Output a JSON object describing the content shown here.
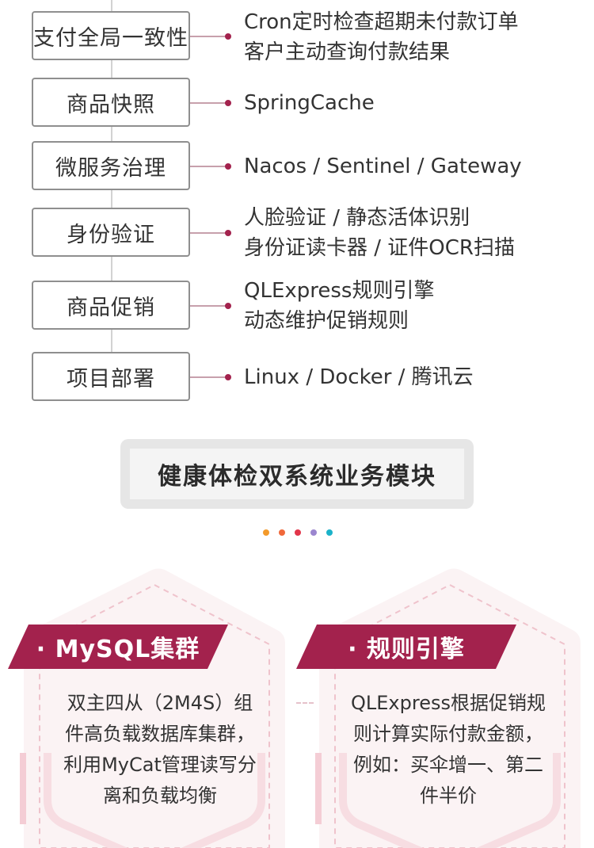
{
  "timeline": [
    {
      "title": "支付全局一致性",
      "lines": [
        "Cron定时检查超期未付款订单",
        "客户主动查询付款结果"
      ]
    },
    {
      "title": "商品快照",
      "lines": [
        "SpringCache"
      ]
    },
    {
      "title": "微服务治理",
      "lines": [
        "Nacos / Sentinel / Gateway"
      ]
    },
    {
      "title": "身份验证",
      "lines": [
        "人脸验证 / 静态活体识别",
        "身份证读卡器 / 证件OCR扫描"
      ]
    },
    {
      "title": "商品促销",
      "lines": [
        "QLExpress规则引擎",
        "动态维护促销规则"
      ]
    },
    {
      "title": "项目部署",
      "lines": [
        "Linux / Docker / 腾讯云"
      ]
    }
  ],
  "section_title": "健康体检双系统业务模块",
  "colors": {
    "accent": "#a3224d",
    "dots": [
      "#f39a2b",
      "#f0683a",
      "#e2354a",
      "#9b86cf",
      "#1bb2c9"
    ]
  },
  "cards": [
    {
      "tag": "· MySQL集群",
      "lines": [
        "双主四从（2M4S）组",
        "件高负载数据库集群，",
        "利用MyCat管理读写分",
        "离和负载均衡"
      ]
    },
    {
      "tag": "· 规则引擎",
      "lines": [
        "QLExpress根据促销规",
        "则计算实际付款金额，",
        "例如：买伞增一、第二",
        "件半价"
      ]
    }
  ]
}
